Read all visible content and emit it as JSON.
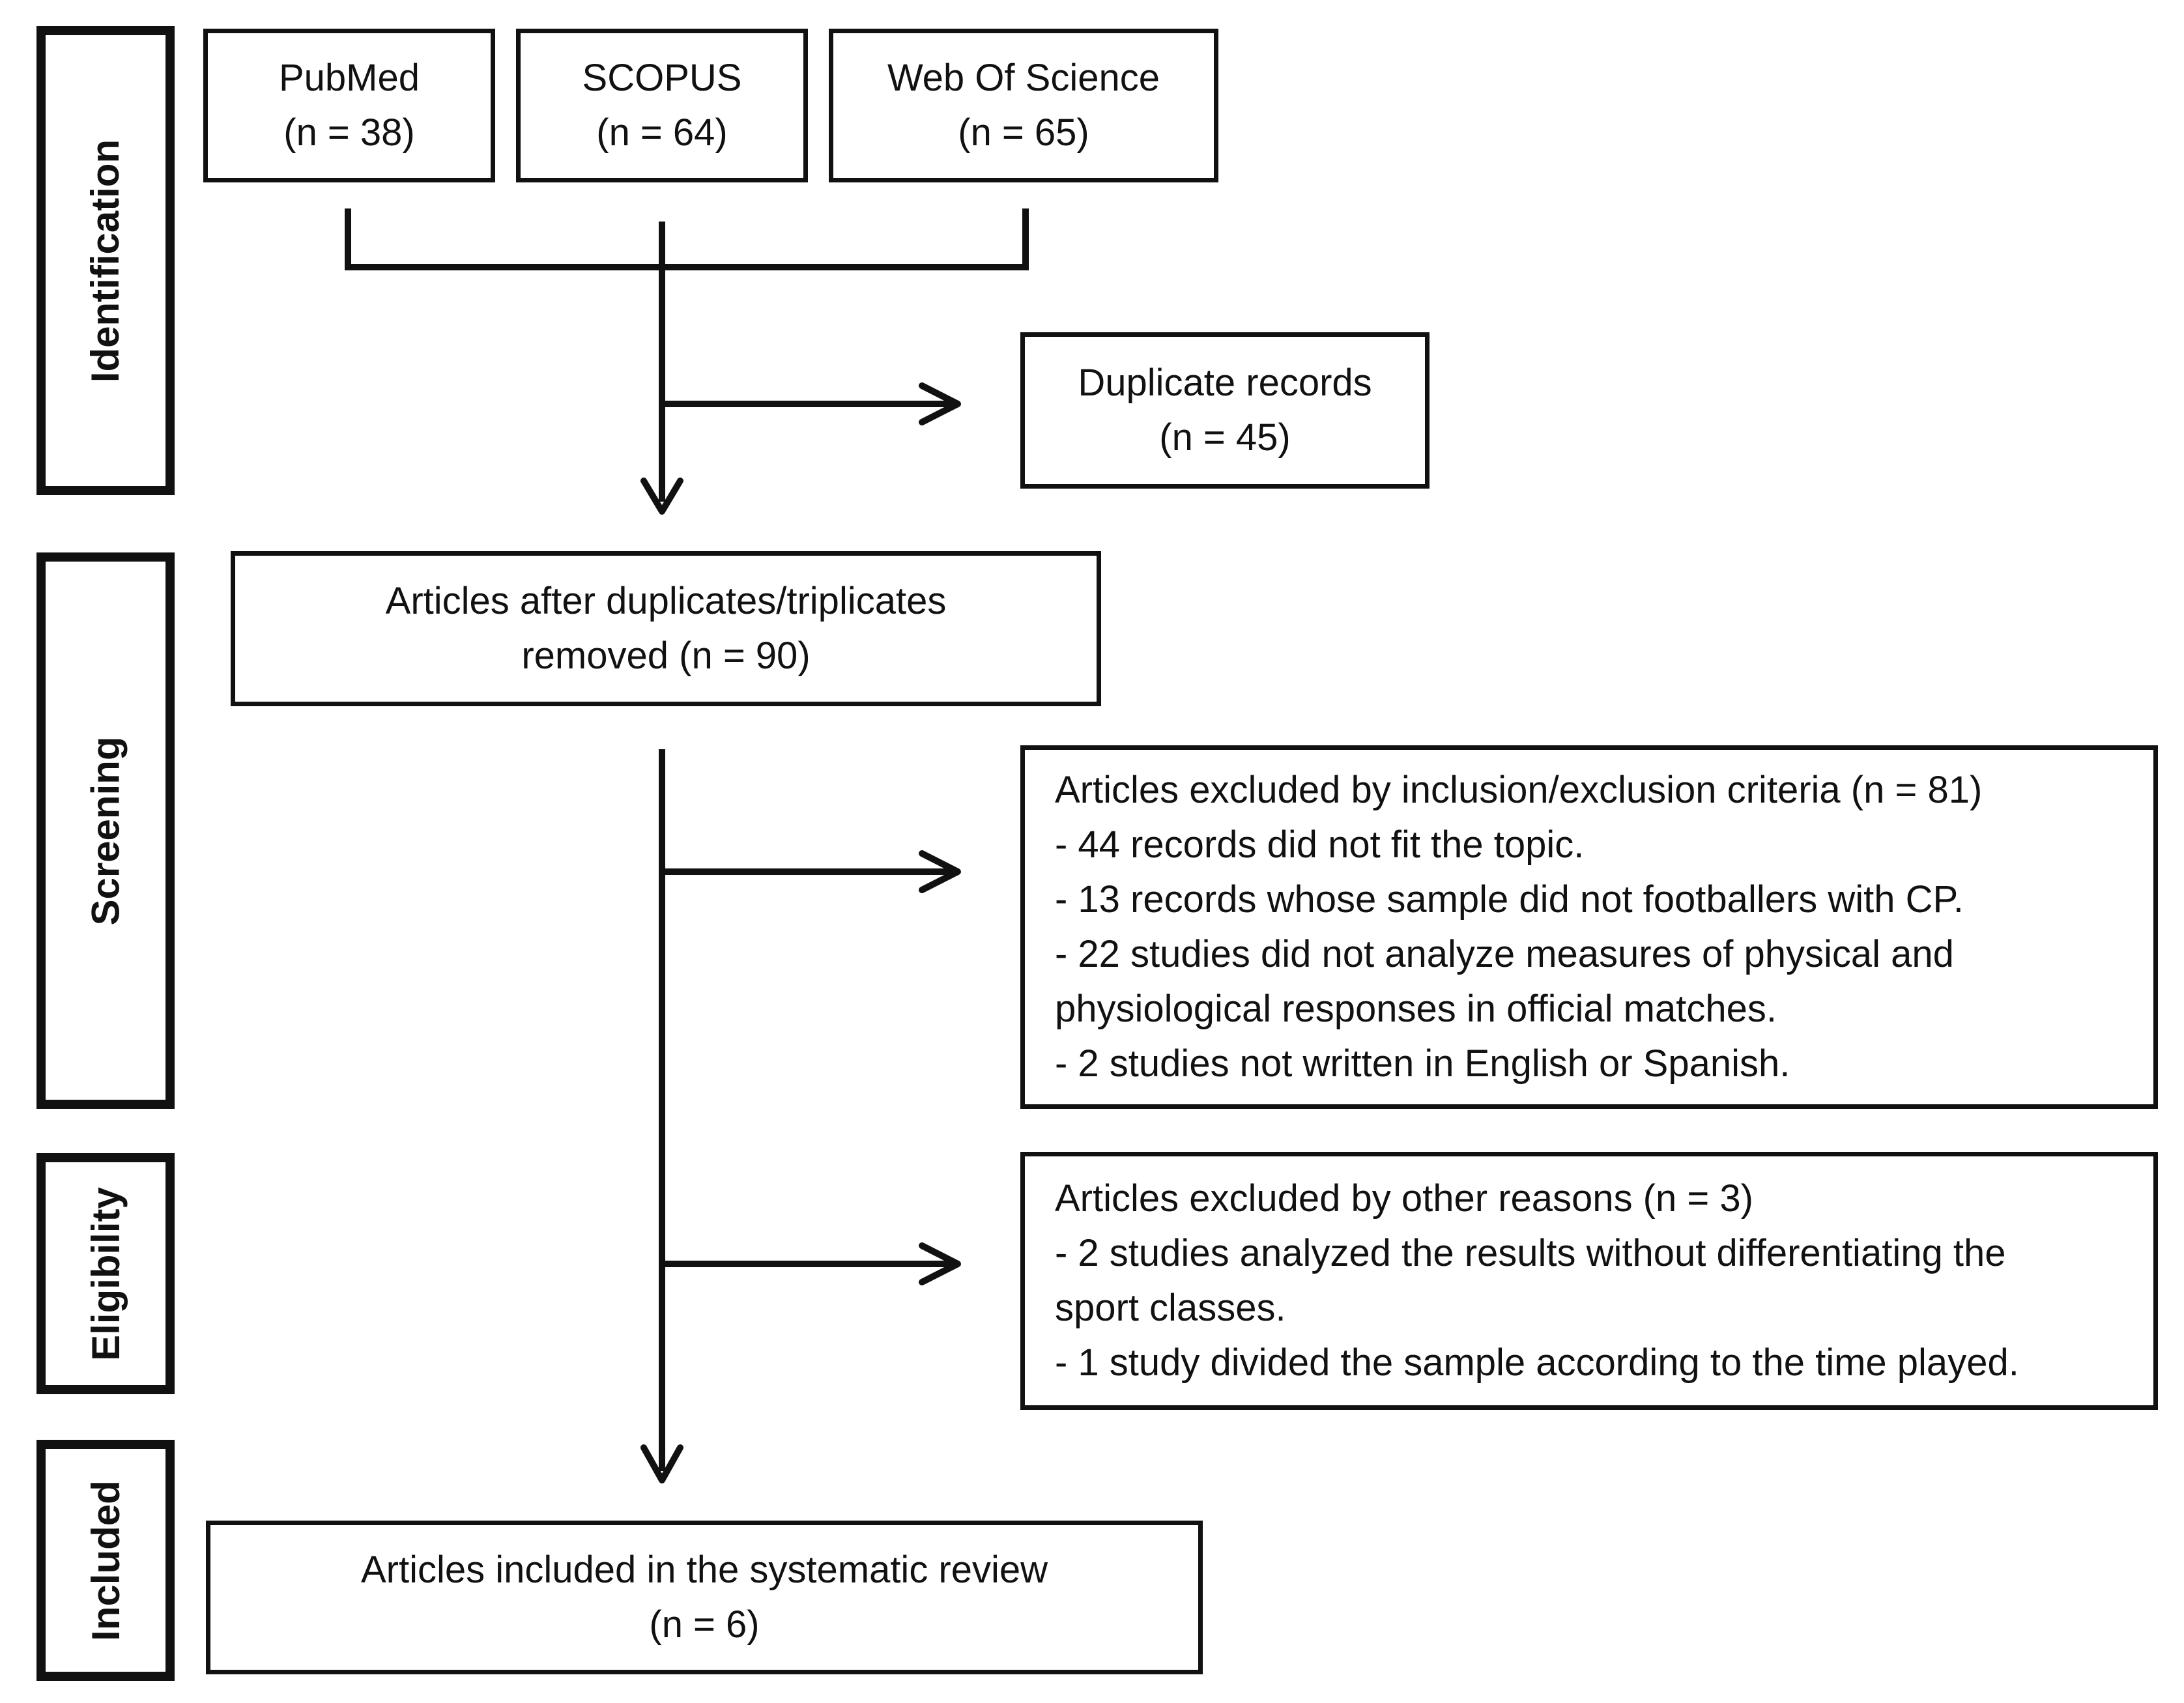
{
  "phases": {
    "identification": "Identification",
    "screening": "Screening",
    "eligibility": "Eligibility",
    "included": "Included"
  },
  "sources": [
    {
      "name": "PubMed",
      "count": "(n = 38)"
    },
    {
      "name": "SCOPUS",
      "count": "(n = 64)"
    },
    {
      "name": "Web Of Science",
      "count": "(n = 65)"
    }
  ],
  "duplicates": {
    "line1": "Duplicate records",
    "line2": "(n = 45)"
  },
  "after_duplicates": {
    "line1": "Articles after duplicates/triplicates",
    "line2": "removed (n = 90)"
  },
  "excluded_criteria": {
    "lines": [
      "Articles excluded by inclusion/exclusion criteria (n = 81)",
      "- 44 records did not fit the topic.",
      "- 13 records whose sample did not footballers with CP.",
      "- 22 studies did not analyze measures of physical and",
      "physiological responses in official matches.",
      "- 2 studies not written in English or Spanish."
    ]
  },
  "excluded_other": {
    "lines": [
      "Articles excluded by other reasons (n = 3)",
      "- 2 studies analyzed the results without differentiating the",
      "sport classes.",
      "- 1 study divided the sample according to the time played."
    ]
  },
  "included": {
    "line1": "Articles included in the systematic review",
    "line2": "(n = 6)"
  }
}
